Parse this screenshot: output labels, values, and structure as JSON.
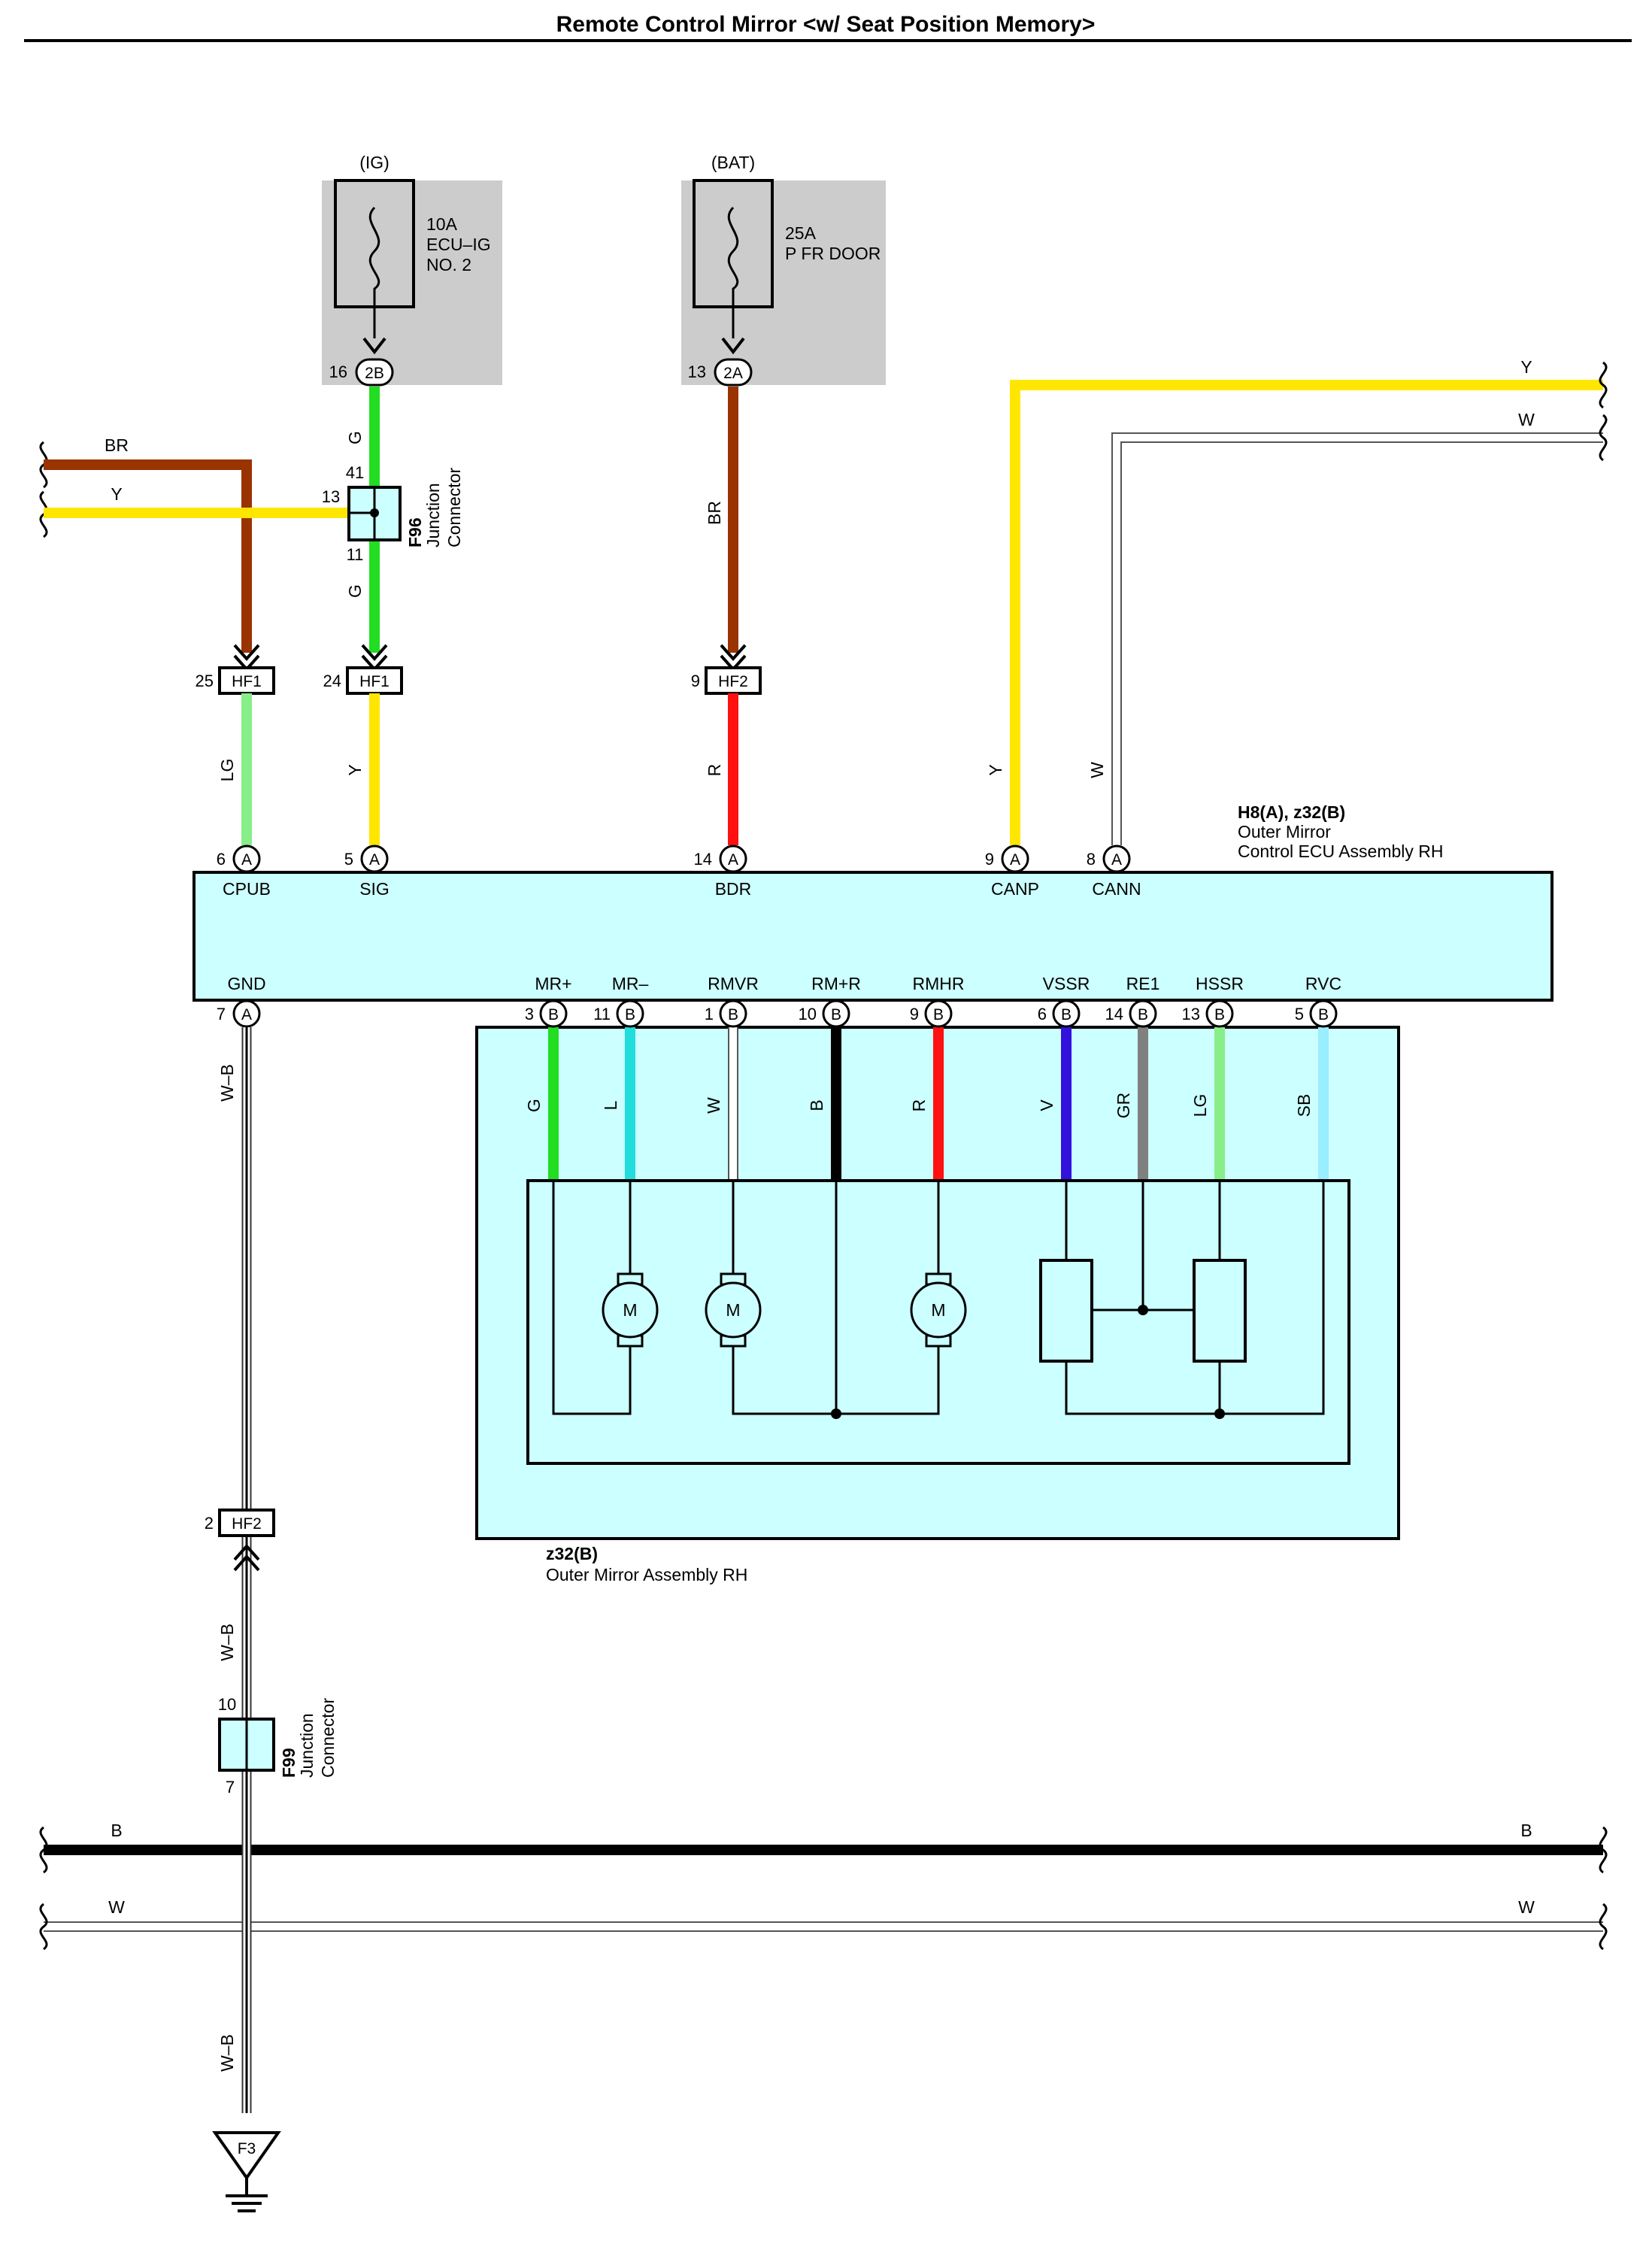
{
  "title": "Remote Control Mirror <w/ Seat Position Memory>",
  "colors": {
    "BR": "#993300",
    "Y": "#ffe600",
    "G": "#22dd22",
    "LG": "#88ee88",
    "R": "#ff1111",
    "W": "#ffffff",
    "B": "#000000",
    "L": "#22dddd",
    "V": "#3311dd",
    "GR": "#808080",
    "SB": "#99eeff",
    "box_fill": "#ccffff",
    "fuse_box": "#cccccc"
  },
  "fuses": {
    "ig": {
      "source": "(IG)",
      "rating": "10A",
      "name_1": "ECU–IG",
      "name_2": "NO. 2",
      "pin": "16",
      "connector": "2B"
    },
    "bat": {
      "source": "(BAT)",
      "rating": "25A",
      "name_1": "P FR DOOR",
      "pin": "13",
      "connector": "2A"
    }
  },
  "junctions": {
    "f96": {
      "code": "F96",
      "line1": "Junction",
      "line2": "Connector",
      "pin_top": "41",
      "pin_left": "13",
      "pin_bottom": "11"
    },
    "f99": {
      "code": "F99",
      "line1": "Junction",
      "line2": "Connector",
      "pin_top": "10",
      "pin_bottom": "7"
    }
  },
  "inline_connectors": {
    "hf1_a": {
      "pin": "25",
      "label": "HF1"
    },
    "hf1_b": {
      "pin": "24",
      "label": "HF1"
    },
    "hf2_a": {
      "pin": "9",
      "label": "HF2"
    },
    "hf2_b": {
      "pin": "2",
      "label": "HF2"
    }
  },
  "wire_labels": {
    "br_left": "BR",
    "y_left": "Y",
    "g_top": "G",
    "g_mid": "G",
    "br_bat": "BR",
    "lg_hf1": "LG",
    "y_hf1": "Y",
    "r_hf2": "R",
    "y_canp": "Y",
    "w_cann": "W",
    "y_right": "Y",
    "w_right": "W",
    "wb_gnd": "W–B",
    "wb_f99": "W–B",
    "wb_f3": "W–B",
    "b_bus_left": "B",
    "b_bus_right": "B",
    "w_bus_left": "W",
    "w_bus_right": "W"
  },
  "ecu": {
    "code": "H8(A), z32(B)",
    "name_1": "Outer Mirror",
    "name_2": "Control ECU Assembly RH",
    "top_terminals": [
      {
        "pin": "6",
        "conn": "A",
        "name": "CPUB"
      },
      {
        "pin": "5",
        "conn": "A",
        "name": "SIG"
      },
      {
        "pin": "14",
        "conn": "A",
        "name": "BDR"
      },
      {
        "pin": "9",
        "conn": "A",
        "name": "CANP"
      },
      {
        "pin": "8",
        "conn": "A",
        "name": "CANN"
      }
    ],
    "gnd": {
      "pin": "7",
      "conn": "A",
      "name": "GND"
    },
    "bottom_terminals": [
      {
        "pin": "3",
        "conn": "B",
        "name": "MR+",
        "wire": "G"
      },
      {
        "pin": "11",
        "conn": "B",
        "name": "MR–",
        "wire": "L"
      },
      {
        "pin": "1",
        "conn": "B",
        "name": "RMVR",
        "wire": "W"
      },
      {
        "pin": "10",
        "conn": "B",
        "name": "RM+R",
        "wire": "B"
      },
      {
        "pin": "9",
        "conn": "B",
        "name": "RMHR",
        "wire": "R"
      },
      {
        "pin": "6",
        "conn": "B",
        "name": "VSSR",
        "wire": "V"
      },
      {
        "pin": "14",
        "conn": "B",
        "name": "RE1",
        "wire": "GR"
      },
      {
        "pin": "13",
        "conn": "B",
        "name": "HSSR",
        "wire": "LG"
      },
      {
        "pin": "5",
        "conn": "B",
        "name": "RVC",
        "wire": "SB"
      }
    ]
  },
  "mirror": {
    "code": "z32(B)",
    "name": "Outer Mirror Assembly RH",
    "motor_label": "M"
  },
  "ground": {
    "label": "F3"
  }
}
